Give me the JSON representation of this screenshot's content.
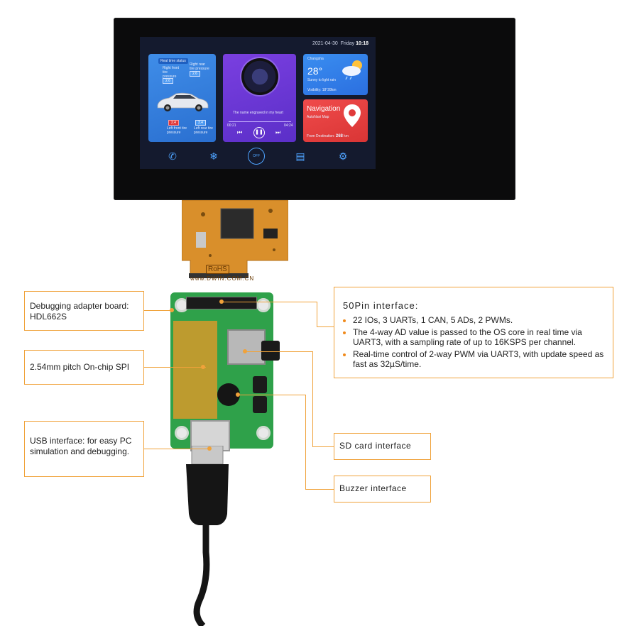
{
  "screen": {
    "date": "2021-04-30",
    "day": "Friday",
    "time": "10:18",
    "car_card": {
      "title": "Real time status",
      "right_front": "Right front tire pressure",
      "right_front_val": "2.6",
      "right_front_small": "2.6",
      "left_front": "Left front tire pressure",
      "left_front_val": "2.4",
      "right_rear": "3.4",
      "left_rear_label": "Left rear tire pressure",
      "right_rear_label": "Right rear tire pressure"
    },
    "music_card": {
      "line1": "The name engraved in my heart",
      "time_start": "00:21",
      "time_end": "04:24"
    },
    "weather_card": {
      "city": "Changsha",
      "temp": "28°",
      "desc": "Sunny to light rain",
      "visibility": "Visibility: 18°28km"
    },
    "nav_card": {
      "title": "Navigation",
      "subtitle": "AutoNavi Map",
      "distance_label": "From Destination:",
      "distance_val": "268",
      "distance_unit": "km"
    },
    "dock": [
      "phone-icon",
      "snowflake-icon",
      "fan-icon",
      "card-icon",
      "settings-icon"
    ],
    "dock_off": "OFF"
  },
  "fpc": {
    "rohs": "RoHS",
    "url": "www.DWIN.COM.CN"
  },
  "labels": {
    "debug_board_line1": "Debugging adapter board:",
    "debug_board_line2": "HDL662S",
    "spi": "2.54mm pitch On-chip SPI",
    "usb_line1": "USB interface:  for easy PC",
    "usb_line2": "simulation and debugging.",
    "sd": "SD card interface",
    "buzzer": "Buzzer interface",
    "interface_title": "50Pin interface:",
    "interface_items": [
      "22 IOs, 3 UARTs, 1 CAN, 5 ADs, 2 PWMs.",
      "The 4-way AD value is passed to the OS core in real time via UART3, with a sampling rate of up to 16KSPS per channel.",
      "Real-time control of 2-way PWM via UART3, with update speed as fast as 32µS/time."
    ]
  },
  "colors": {
    "accent": "#f0a23a",
    "board_green": "#2fa14a",
    "fpc_orange": "#d98f2b",
    "bullet": "#f08a1c"
  }
}
